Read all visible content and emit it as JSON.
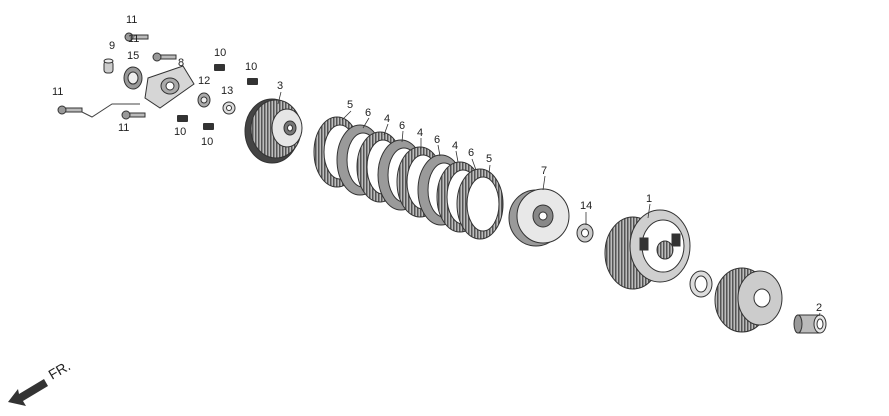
{
  "callouts": {
    "c1": "1",
    "c2": "2",
    "c3": "3",
    "c4a": "4",
    "c4b": "4",
    "c4c": "4",
    "c5a": "5",
    "c5b": "5",
    "c6a": "6",
    "c6b": "6",
    "c6c": "6",
    "c7": "7",
    "c8": "8",
    "c9": "9",
    "c10a": "10",
    "c10b": "10",
    "c10c": "10",
    "c10d": "10",
    "c11a": "11",
    "c11b": "11",
    "c11c": "11",
    "c11d": "11",
    "c12": "12",
    "c13": "13",
    "c14": "14",
    "c15": "15"
  },
  "direction_label": "FR."
}
